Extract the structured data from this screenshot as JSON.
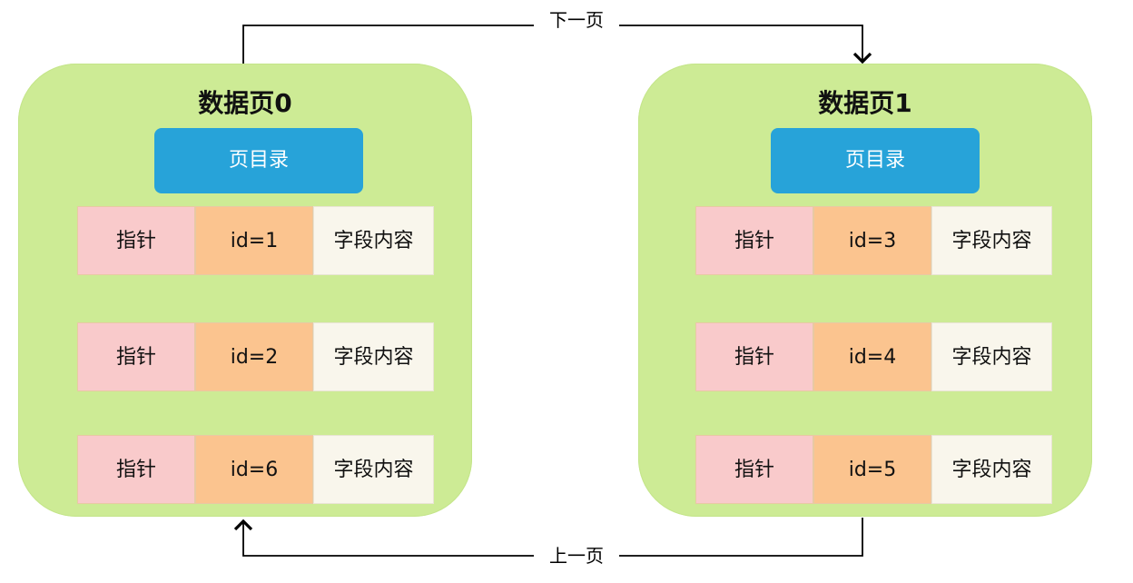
{
  "links": {
    "next": "下一页",
    "prev": "上一页"
  },
  "pages": [
    {
      "title": "数据页0",
      "directory": "页目录",
      "records": [
        {
          "pointer": "指针",
          "id": "id=1",
          "field": "字段内容"
        },
        {
          "pointer": "指针",
          "id": "id=2",
          "field": "字段内容"
        },
        {
          "pointer": "指针",
          "id": "id=6",
          "field": "字段内容"
        }
      ]
    },
    {
      "title": "数据页1",
      "directory": "页目录",
      "records": [
        {
          "pointer": "指针",
          "id": "id=3",
          "field": "字段内容"
        },
        {
          "pointer": "指针",
          "id": "id=4",
          "field": "字段内容"
        },
        {
          "pointer": "指针",
          "id": "id=5",
          "field": "字段内容"
        }
      ]
    }
  ],
  "colors": {
    "page_bg": "#cdeb95",
    "directory_bg": "#27a3d9",
    "pointer_bg": "#f9cacb",
    "id_bg": "#fbc48f",
    "field_bg": "#f9f6ec"
  }
}
